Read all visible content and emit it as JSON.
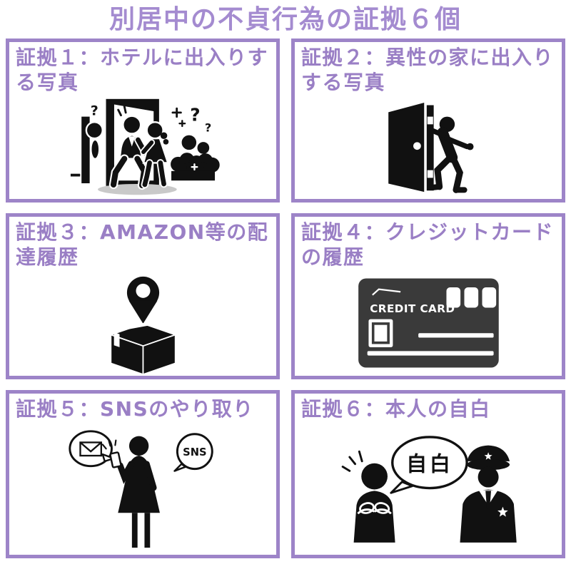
{
  "page": {
    "title": "別居中の不貞行為の証拠６個"
  },
  "colors": {
    "border_purple": "#9d84c8",
    "text_purple": "#9a7fc5",
    "title_purple": "#a48bd0",
    "icon_black": "#111111",
    "credit_card_gray": "#3a3a3a",
    "shadow_gray": "#c9c9c9"
  },
  "glyphs": {
    "question_mark": "?"
  },
  "cards": [
    {
      "title": "証拠１：ホテルに出入りする写真",
      "icon": "hotel-exit-couple-watchers-icon"
    },
    {
      "title": "証拠２：異性の家に出入りする写真",
      "icon": "person-entering-door-icon"
    },
    {
      "title": "証拠３：AMAZON等の配達履歴",
      "icon": "delivery-box-location-pin-icon"
    },
    {
      "title": "証拠４：クレジットカードの履歴",
      "icon": "credit-card-icon",
      "label": "CREDIT CARD"
    },
    {
      "title": "証拠５：SNSのやり取り",
      "icon": "woman-phone-sns-icon",
      "label": "SNS"
    },
    {
      "title": "証拠６：本人の自白",
      "icon": "confession-to-officer-icon",
      "label": "自白"
    }
  ]
}
